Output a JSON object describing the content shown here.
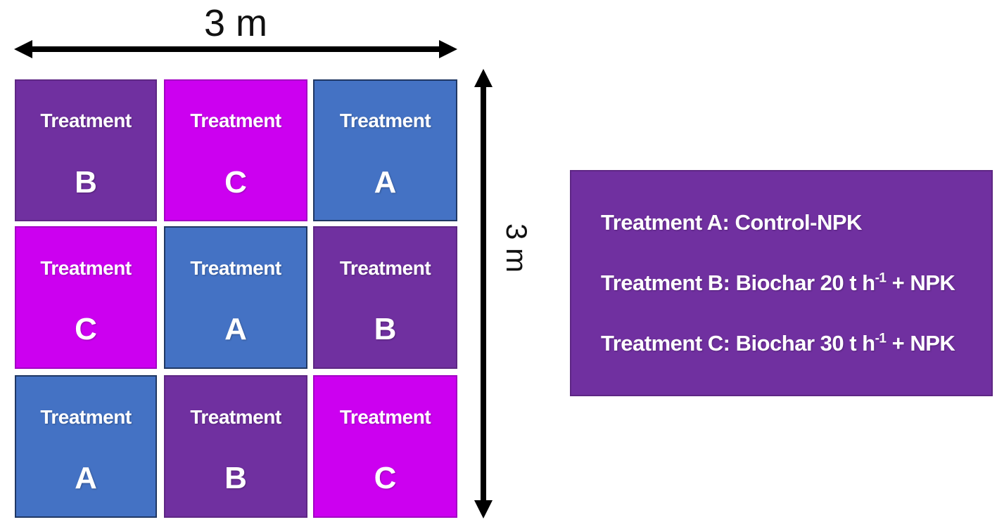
{
  "dimensions": {
    "width_label": "3 m",
    "height_label": "3 m"
  },
  "grid": {
    "cells": [
      {
        "label": "Treatment",
        "letter": "B",
        "variant": "purple"
      },
      {
        "label": "Treatment",
        "letter": "C",
        "variant": "magenta"
      },
      {
        "label": "Treatment",
        "letter": "A",
        "variant": "blue"
      },
      {
        "label": "Treatment",
        "letter": "C",
        "variant": "magenta"
      },
      {
        "label": "Treatment",
        "letter": "A",
        "variant": "blue"
      },
      {
        "label": "Treatment",
        "letter": "B",
        "variant": "purple"
      },
      {
        "label": "Treatment",
        "letter": "A",
        "variant": "blue"
      },
      {
        "label": "Treatment",
        "letter": "B",
        "variant": "purple"
      },
      {
        "label": "Treatment",
        "letter": "C",
        "variant": "magenta"
      }
    ]
  },
  "legend": {
    "items": [
      {
        "text": "Treatment A: Control-NPK",
        "sup": "",
        "after": ""
      },
      {
        "text": "Treatment B: Biochar 20 t h",
        "sup": "-1",
        "after": " + NPK"
      },
      {
        "text": "Treatment C: Biochar 30 t h",
        "sup": "-1",
        "after": " + NPK"
      }
    ]
  },
  "colors": {
    "purple": "#7030A0",
    "purple-border": "#5E2784",
    "magenta": "#CC00F0",
    "magenta-border": "#A300C4",
    "blue": "#4472C4",
    "blue-border": "#203864",
    "legend-bg": "#7030A0",
    "legend-border": "#5E2784",
    "arrow": "#000000",
    "text-light": "#FFFFFF",
    "text-dark": "#111111"
  }
}
